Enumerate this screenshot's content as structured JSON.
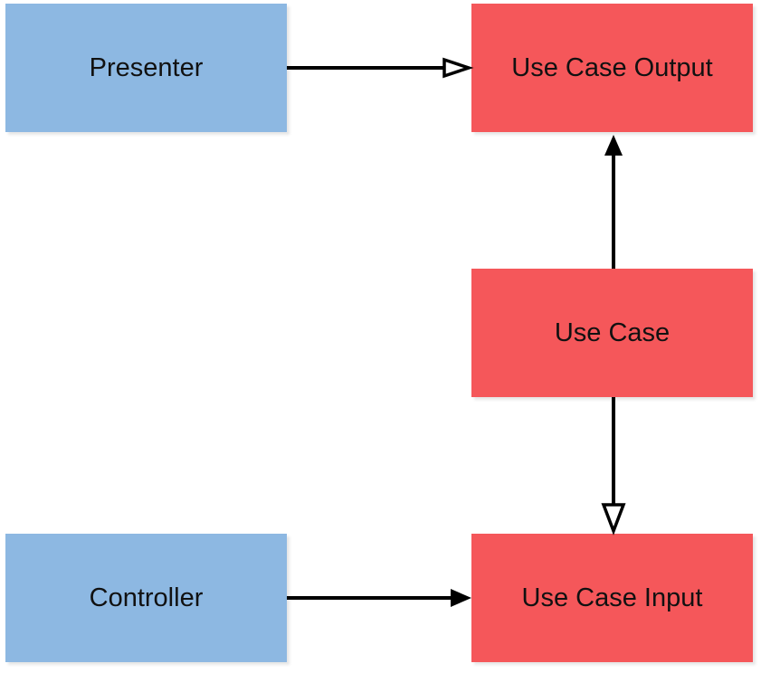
{
  "nodes": {
    "presenter": "Presenter",
    "use_case_output": "Use Case Output",
    "use_case": "Use Case",
    "controller": "Controller",
    "use_case_input": "Use Case Input"
  },
  "colors": {
    "adapter_box": "#8db8e2",
    "use_case_box": "#f5575a",
    "arrow": "#000000"
  }
}
